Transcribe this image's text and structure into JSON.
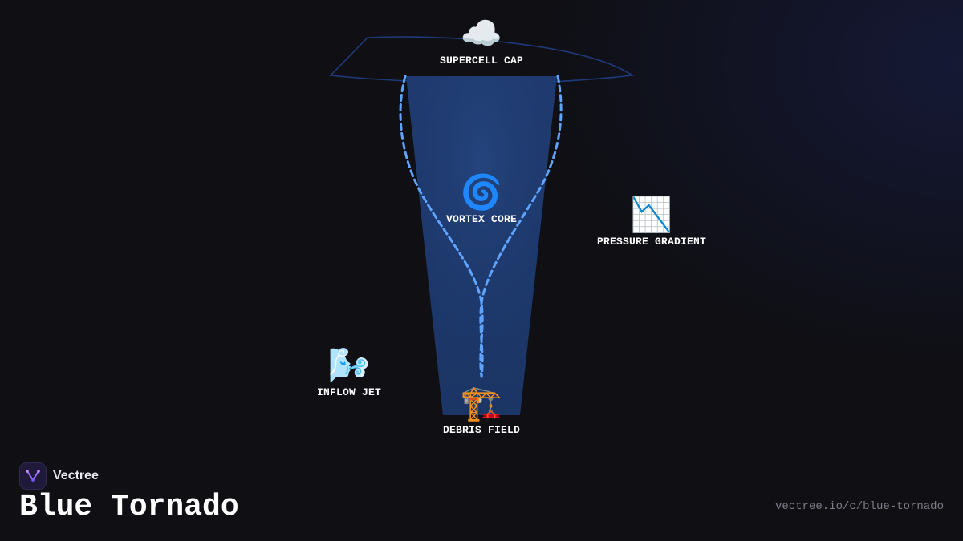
{
  "nodes": {
    "supercell_cap": {
      "label": "SUPERCELL CAP",
      "icon": "cloud-icon",
      "emoji": "☁️"
    },
    "vortex_core": {
      "label": "VORTEX CORE",
      "icon": "cyclone-icon",
      "emoji": "🌀"
    },
    "pressure_gradient": {
      "label": "PRESSURE GRADIENT",
      "icon": "chart-decreasing-icon",
      "emoji": "📉"
    },
    "inflow_jet": {
      "label": "INFLOW JET",
      "icon": "wind-face-icon",
      "emoji": "🌬️"
    },
    "debris_field": {
      "label": "DEBRIS FIELD",
      "icon": "construction-crane-icon",
      "emoji": "🏗️"
    }
  },
  "brand": {
    "name": "Vectree",
    "icon": "vectree-logo-icon"
  },
  "title": "Blue Tornado",
  "url": "vectree.io/c/blue-tornado",
  "colors": {
    "background": "#0f0f14",
    "funnel": "#1f3a6e",
    "path": "#5ea4ff",
    "cap_outline": "#1f3a7a",
    "text": "#ffffff",
    "muted_text": "#7d7d88"
  }
}
